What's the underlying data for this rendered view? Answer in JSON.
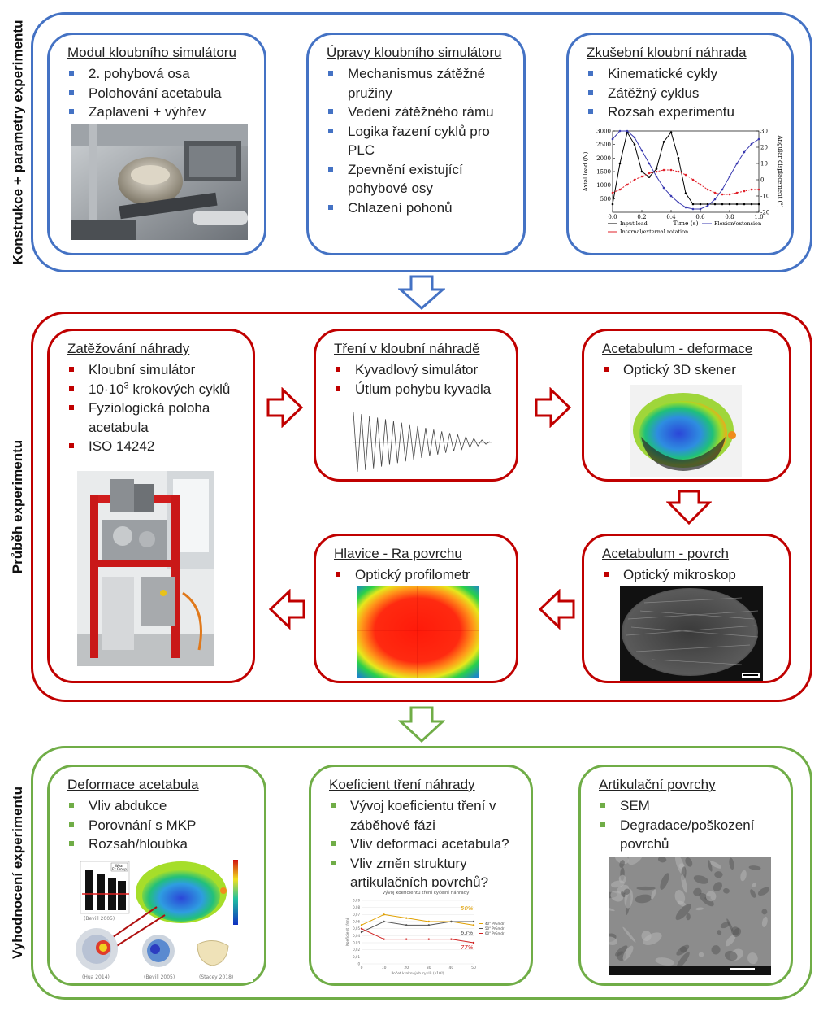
{
  "sections": {
    "construction": {
      "label": "Konstrukce + parametry experimentu",
      "color": "#4472c4"
    },
    "progress": {
      "label": "Průběh experimentu",
      "color": "#c00000"
    },
    "evaluation": {
      "label": "Vyhodnocení experimentu",
      "color": "#70ad47"
    }
  },
  "boxes": {
    "module": {
      "title": "Modul kloubního simulátoru",
      "items": [
        "2. pohybová osa",
        "Polohování acetabula",
        "Zaplavení + výhřev"
      ]
    },
    "modifications": {
      "title": "Úpravy kloubního simulátoru",
      "items": [
        "Mechanismus zátěžné pružiny",
        "Vedení zátěžného rámu",
        "Logika řazení cyklů pro PLC",
        "Zpevnění existující pohybové osy",
        "Chlazení pohonů"
      ]
    },
    "test_replacement": {
      "title": "Zkušební kloubní náhrada",
      "items": [
        "Kinematické cykly",
        "Zátěžný cyklus",
        "Rozsah experimentu"
      ]
    },
    "loading": {
      "title": "Zatěžování náhrady",
      "items": [
        "Kloubní simulátor",
        "10·10",
        "3",
        " krokových cyklů",
        "Fyziologická poloha acetabula",
        "ISO 14242"
      ]
    },
    "friction": {
      "title": "Tření v kloubní náhradě",
      "items": [
        "Kyvadlový simulátor",
        "Útlum pohybu kyvadla"
      ]
    },
    "acet_deform": {
      "title": "Acetabulum - deformace",
      "items": [
        "Optický 3D skener"
      ]
    },
    "head": {
      "title": "Hlavice - Ra povrchu",
      "items": [
        "Optický profilometr"
      ]
    },
    "acet_surface": {
      "title": "Acetabulum - povrch",
      "items": [
        "Optický mikroskop"
      ]
    },
    "deform_eval": {
      "title": "Deformace acetabula",
      "items": [
        "Vliv abdukce",
        "Porovnání s MKP",
        "Rozsah/hloubka"
      ]
    },
    "cof": {
      "title": "Koeficient tření náhrady",
      "items": [
        "Vývoj koeficientu tření v záběhové fázi",
        "Vliv deformací acetabula?",
        "Vliv změn struktury artikulačních povrchů?"
      ]
    },
    "surfaces": {
      "title": "Artikulační povrchy",
      "items": [
        "SEM",
        "Degradace/poškození povrchů"
      ]
    }
  },
  "chart_data": [
    {
      "type": "line",
      "x": [
        0.0,
        0.05,
        0.1,
        0.15,
        0.2,
        0.25,
        0.3,
        0.35,
        0.4,
        0.45,
        0.5,
        0.55,
        0.6,
        0.65,
        0.7,
        0.75,
        0.8,
        0.85,
        0.9,
        0.95,
        1.0
      ],
      "series": [
        {
          "name": "Input load",
          "values": [
            300,
            1800,
            2950,
            2500,
            1500,
            1300,
            1600,
            2600,
            2950,
            2000,
            700,
            300,
            300,
            300,
            300,
            300,
            300,
            300,
            300,
            300,
            300
          ]
        },
        {
          "name": "Internal/external rotation",
          "values": [
            -8,
            -6,
            -3,
            0,
            2,
            4,
            5,
            6,
            6,
            5,
            3,
            0,
            -3,
            -6,
            -8,
            -9,
            -9,
            -8,
            -7,
            -6,
            -6
          ]
        },
        {
          "name": "Flexion/extension",
          "values": [
            25,
            30,
            30,
            26,
            18,
            10,
            2,
            -5,
            -10,
            -14,
            -17,
            -18,
            -18,
            -16,
            -12,
            -6,
            2,
            10,
            17,
            22,
            25
          ]
        }
      ],
      "xlabel": "Time (s)",
      "ylabel": "Axial load (N)",
      "y2label": "Angular displacement (°)",
      "xlim": [
        0,
        1
      ],
      "ylim": [
        0,
        3000
      ],
      "y2lim": [
        -20,
        30
      ],
      "xticks": [
        "0.0",
        "0.2",
        "0.4",
        "0.6",
        "0.8",
        "1.0"
      ],
      "yticks": [
        "500",
        "1000",
        "1500",
        "2000",
        "2500",
        "3000"
      ],
      "y2ticks": [
        "-20",
        "-10",
        "0",
        "10",
        "20",
        "30"
      ],
      "colors": [
        "#000000",
        "#e0202a",
        "#3a3ab0"
      ]
    },
    {
      "type": "line",
      "title": "Vývoj koeficientu tření kyčelní náhrady",
      "xlabel": "Počet krokových cyklů (x10³)",
      "ylabel": "Koeficient tření",
      "x": [
        0,
        10,
        20,
        30,
        40,
        50
      ],
      "series": [
        {
          "name": "40° PrGmdr",
          "values": [
            0.055,
            0.07,
            0.065,
            0.06,
            0.06,
            0.055
          ]
        },
        {
          "name": "50° PrGmdr",
          "values": [
            0.045,
            0.06,
            0.055,
            0.055,
            0.06,
            0.06
          ]
        },
        {
          "name": "60° PrGmdr",
          "values": [
            0.05,
            0.035,
            0.035,
            0.035,
            0.035,
            0.03
          ]
        }
      ],
      "annotations": [
        "50%",
        "63%",
        "77%"
      ],
      "xticks": [
        "0",
        "10",
        "20",
        "30",
        "40",
        "50"
      ],
      "yticks": [
        "0",
        "0,01",
        "0,02",
        "0,03",
        "0,04",
        "0,05",
        "0,06",
        "0,07",
        "0,08",
        "0,09"
      ],
      "colors": [
        "#e0a000",
        "#555555",
        "#d02020"
      ]
    }
  ],
  "image_labels": {
    "deform_fig_left": "(Bevill 2005)",
    "deform_fig_bl": "(Hua 2014)",
    "deform_fig_bm": "(Bevill 2005)",
    "deform_fig_br": "(Stacey 2018)",
    "legend_wear": "Wear",
    "legend_group": "Fz Group"
  }
}
